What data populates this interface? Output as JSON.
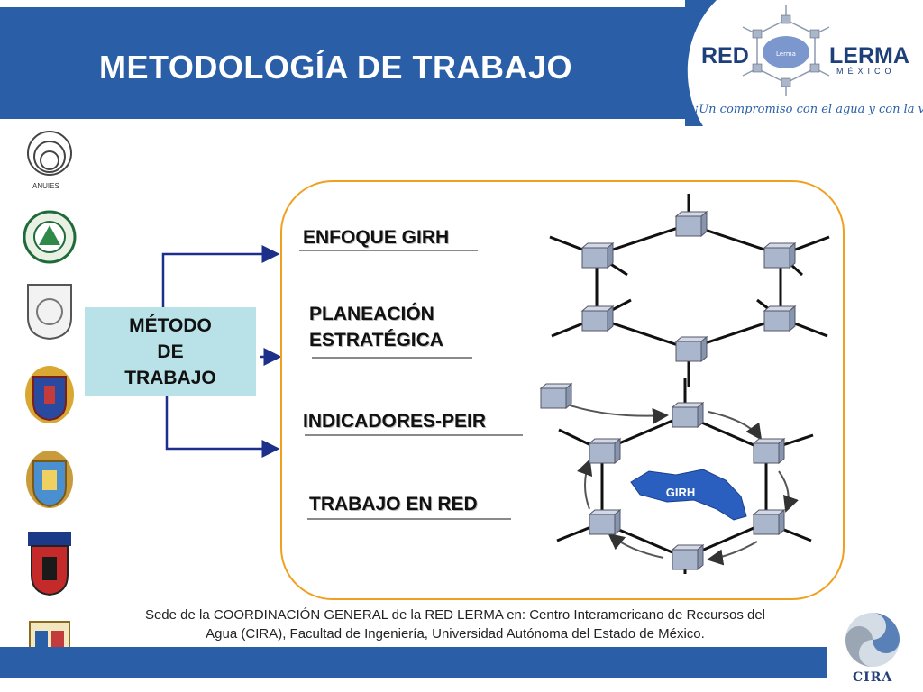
{
  "header": {
    "title": "METODOLOGÍA DE TRABAJO"
  },
  "logo": {
    "red": "RED",
    "lerma": "LERMA",
    "mexico": "MÉXICO",
    "inner": "Lerma",
    "slogan": "¡Un compromiso con el agua y con la vida!"
  },
  "sidebar": {
    "anuies_label": "ANUIES"
  },
  "diagram": {
    "source_lines": [
      "MÉTODO",
      "DE",
      "TRABAJO"
    ],
    "topics": [
      {
        "lines": [
          "ENFOQUE GIRH"
        ]
      },
      {
        "lines": [
          "PLANEACIÓN",
          "ESTRATÉGICA"
        ]
      },
      {
        "lines": [
          "INDICADORES-PEIR"
        ]
      },
      {
        "lines": [
          "TRABAJO EN RED"
        ]
      }
    ],
    "map_label": "GIRH"
  },
  "footer": {
    "line1": "Sede de  la  COORDINACIÓN  GENERAL de la RED LERMA en: Centro Interamericano de Recursos del",
    "line2": "Agua (CIRA),  Facultad  de Ingeniería,  Universidad Autónoma del Estado de México.",
    "cira": "CIRA"
  },
  "colors": {
    "header": "#2a5fa8",
    "box": "#b8e2e8",
    "panel_border": "#f0a020",
    "arrow": "#1c2f8a"
  }
}
